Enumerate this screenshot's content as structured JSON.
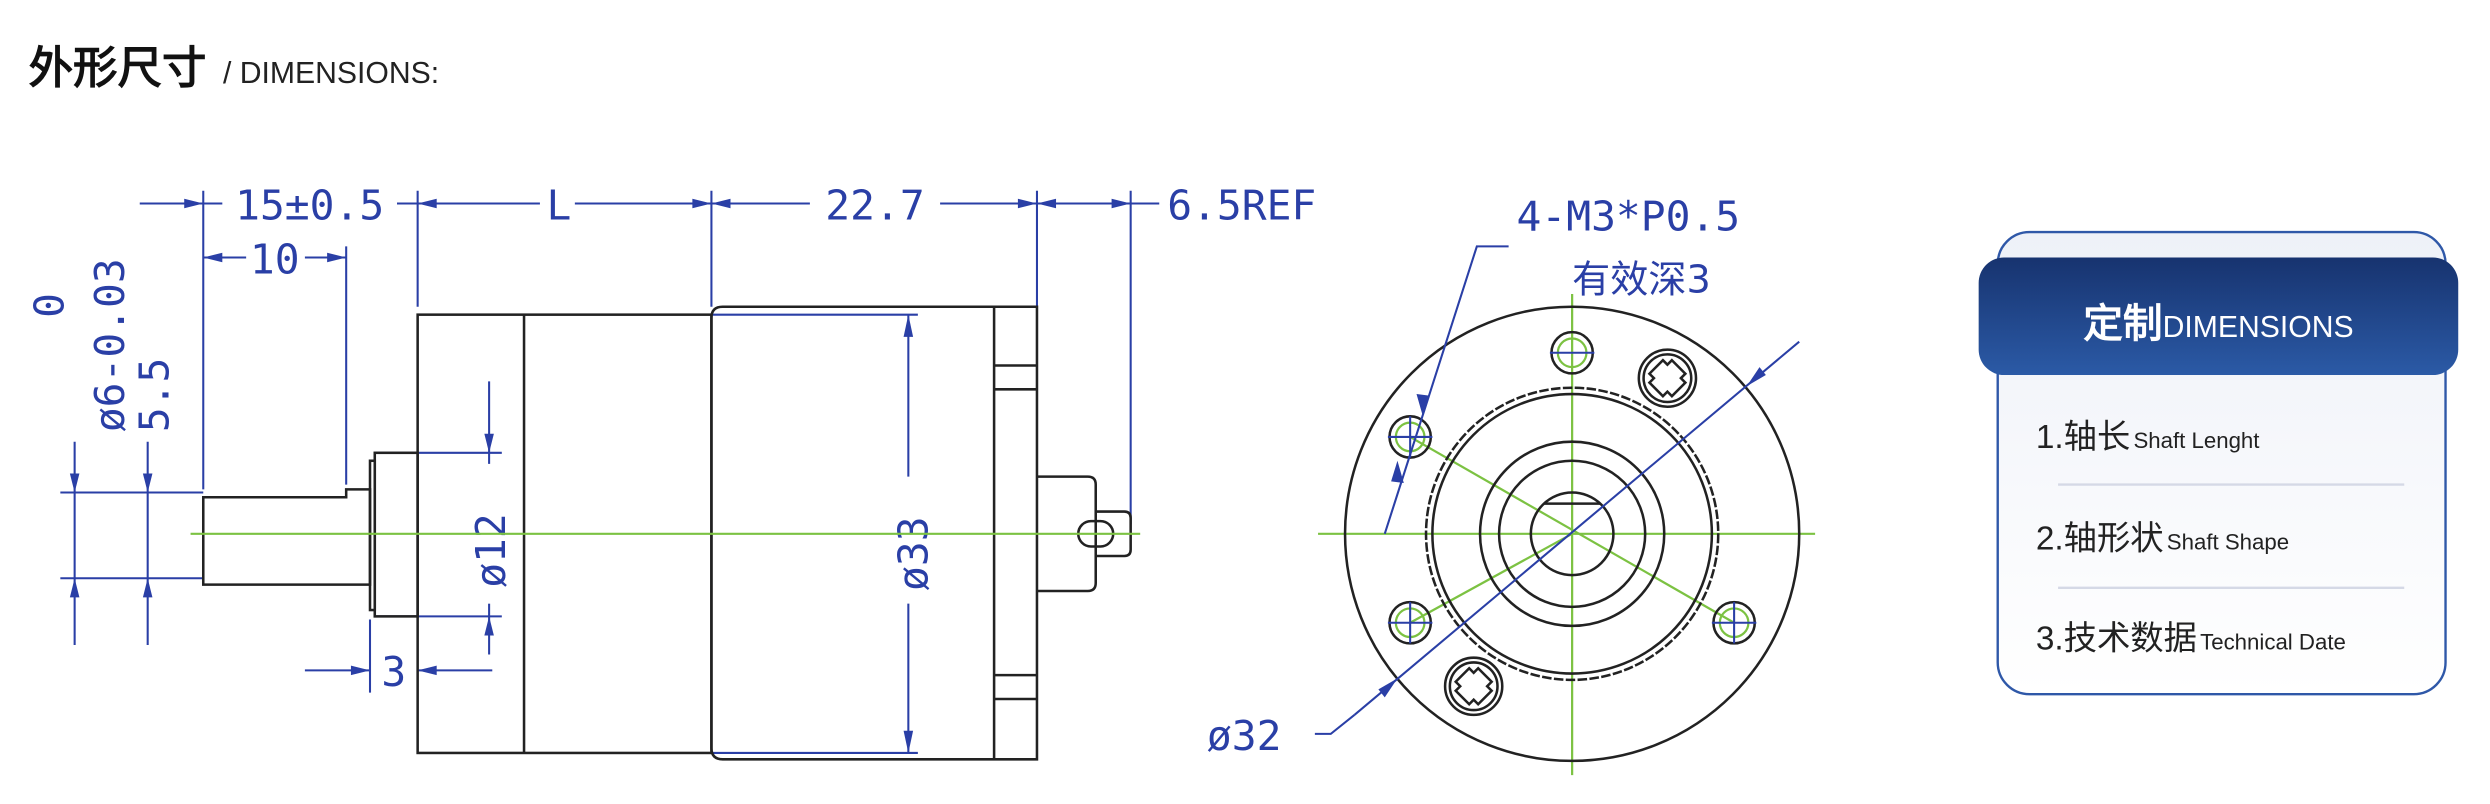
{
  "title": {
    "cn": "外形尺寸",
    "en": "/ DIMENSIONS:"
  },
  "side_view": {
    "dim_15": "15±0.5",
    "dim_L": "L",
    "dim_22_7": "22.7",
    "dim_6_5": "6.5REF",
    "dim_10": "10",
    "dim_shaft_dia": "ø6-0.03",
    "dim_shaft_tol_upper": "0",
    "dim_5_5": "5.5",
    "dim_12": "ø12",
    "dim_3": "3",
    "dim_33": "ø33"
  },
  "front_view": {
    "thread": "4-M3*P0.5",
    "depth": "有效深3",
    "dim_32": "ø32"
  },
  "card": {
    "header_cn": "定制",
    "header_en": "DIMENSIONS",
    "items": [
      {
        "num_cn": "1.轴长",
        "en": "Shaft Lenght"
      },
      {
        "num_cn": "2.轴形状",
        "en": "Shaft Shape"
      },
      {
        "num_cn": "3.技术数据",
        "en": "Technical Date"
      }
    ]
  },
  "colors": {
    "dimension": "#2a3fa6",
    "centerline": "#7cc242",
    "card_header": "#1c3f86"
  }
}
